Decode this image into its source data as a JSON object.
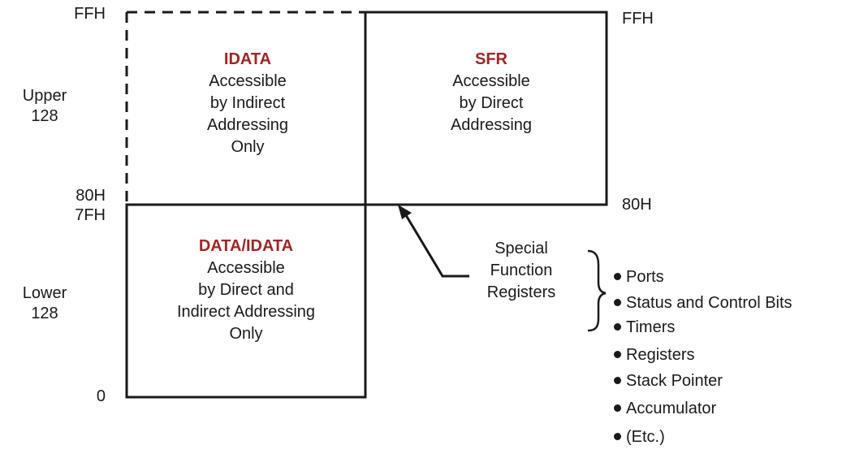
{
  "addresses": {
    "top_left": "FFH",
    "top_right": "FFH",
    "mid_left_upper": "80H",
    "mid_left_lower": "7FH",
    "mid_right": "80H",
    "bottom_left": "0"
  },
  "regions": {
    "upper": [
      "Upper",
      "128"
    ],
    "lower": [
      "Lower",
      "128"
    ]
  },
  "idata": {
    "title": "IDATA",
    "lines": [
      "Accessible",
      "by Indirect",
      "Addressing",
      "Only"
    ]
  },
  "sfr": {
    "title": "SFR",
    "lines": [
      "Accessible",
      "by Direct",
      "Addressing"
    ]
  },
  "data_idata": {
    "title": "DATA/IDATA",
    "lines": [
      "Accessible",
      "by Direct and",
      "Indirect Addressing",
      "Only"
    ]
  },
  "sfr_callout": {
    "lines": [
      "Special",
      "Function",
      "Registers"
    ]
  },
  "sfr_items": [
    "Ports",
    "Status and Control Bits",
    "Timers",
    "Registers",
    "Stack Pointer",
    "Accumulator",
    "(Etc.)"
  ],
  "colors": {
    "title": "#a32424",
    "line": "#1a1a1a"
  }
}
